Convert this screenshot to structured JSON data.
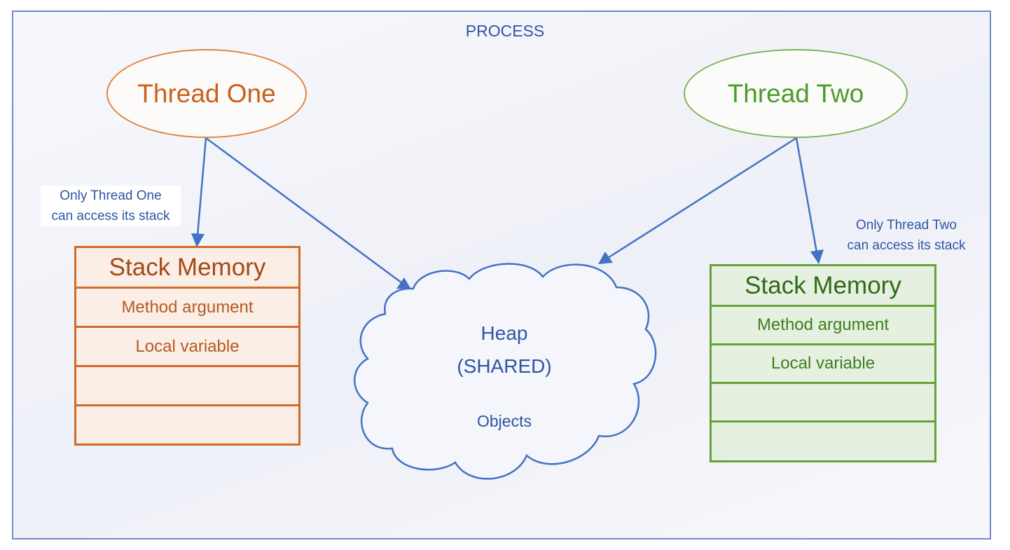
{
  "process": {
    "title": "PROCESS"
  },
  "threads": {
    "one": {
      "label": "Thread One",
      "note": [
        "Only Thread One",
        "can access its stack"
      ]
    },
    "two": {
      "label": "Thread Two",
      "note": [
        "Only Thread Two",
        "can access its stack"
      ]
    }
  },
  "stacks": {
    "one": {
      "rows": [
        "Stack Memory",
        "Method argument",
        "Local variable",
        "",
        ""
      ]
    },
    "two": {
      "rows": [
        "Stack Memory",
        "Method argument",
        "Local variable",
        "",
        ""
      ]
    }
  },
  "heap": {
    "title": "Heap",
    "subtitle": "(SHARED)",
    "content": "Objects"
  },
  "colors": {
    "frame": "#6f8bc4",
    "arrow": "#4472c4",
    "thread_one": "#e0833d",
    "thread_two": "#7bb357",
    "text_blue": "#2f55a4"
  }
}
